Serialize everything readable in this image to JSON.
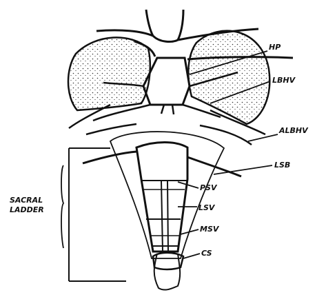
{
  "labels": {
    "hp": "HP",
    "lbhv": "LBHV",
    "albhv": "ALBHV",
    "lsb": "LSB",
    "psv": "PSV",
    "lsv": "LSV",
    "msv": "MSV",
    "cs": "CS",
    "sacral_ladder_line1": "SACRAL",
    "sacral_ladder_line2": "LADDER"
  }
}
